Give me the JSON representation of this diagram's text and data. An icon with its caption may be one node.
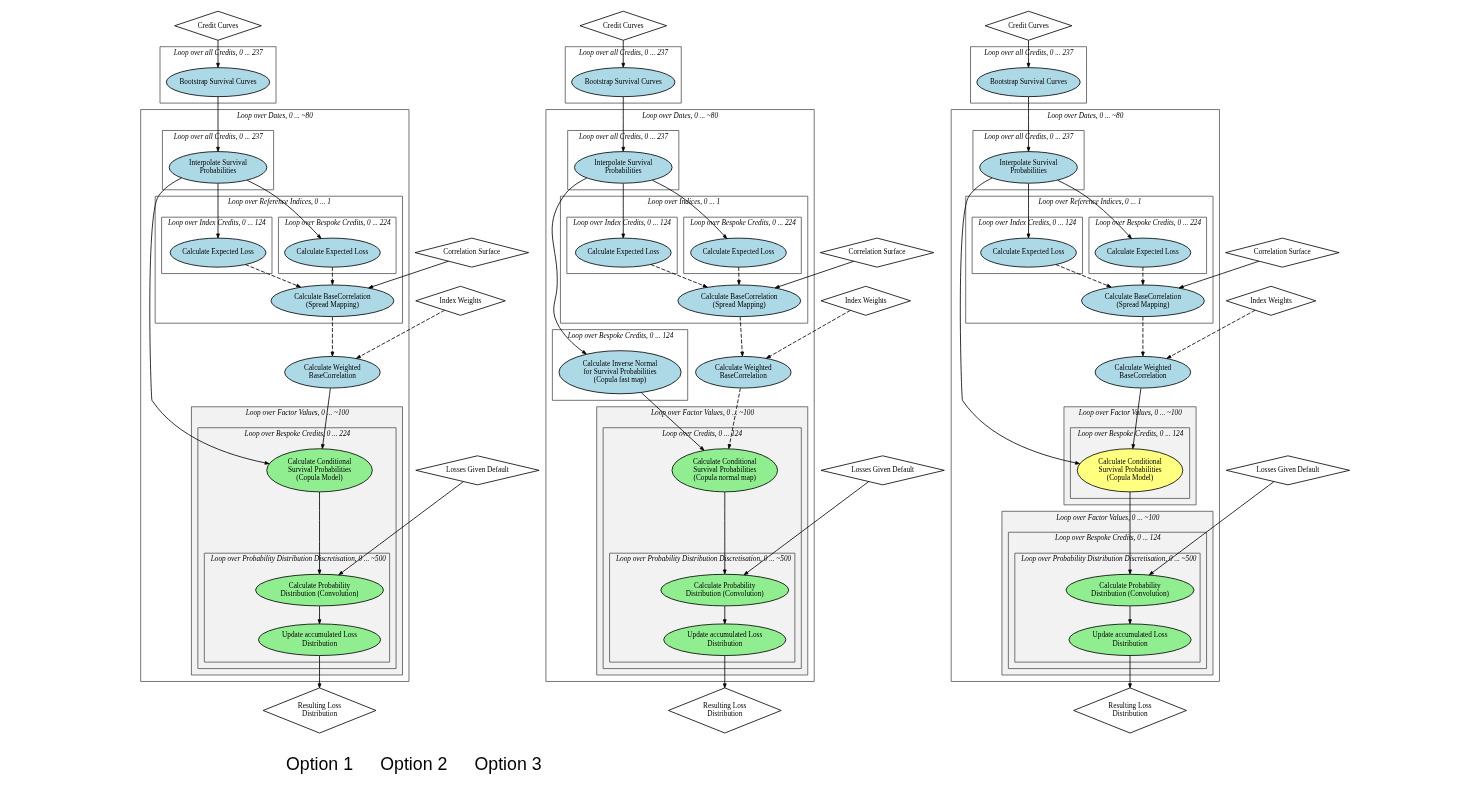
{
  "diagram": {
    "nodes": [
      {
        "text": [
          "Credit Curves"
        ]
      },
      {
        "text": [
          "Loop over all Credits, 0 ... 237"
        ]
      },
      {
        "text": [
          "Bootstrap Survival Curves"
        ],
        "in": 1
      },
      {
        "text": [
          "Loop over Dates, 0 ... ~80"
        ]
      },
      {
        "text": [
          "Loop over all Credits, 0 ... 237"
        ],
        "in": 3
      },
      {
        "text": [
          "Interpolate Survival Probabilities"
        ],
        "in": 4
      },
      {
        "text": [
          "Loop over Reference Indices, 0 ... 1"
        ],
        "in": 3
      },
      {
        "text": [
          "Loop over Bespoke Credits, 0 ... 224"
        ],
        "in": 6
      },
      {
        "text": [
          "Calculate Expected Loss"
        ],
        "in": 7
      },
      {
        "text": [
          "Loop over Index Credits, 0 ... 124"
        ],
        "in": 6
      },
      {
        "text": [
          "Calculate Expected Loss"
        ],
        "in": 9
      },
      {
        "text": [
          "Correlation Surface"
        ]
      },
      {
        "text": [
          "Calculate BaseCorrelation (Spread Mapping)"
        ],
        "in": 6
      },
      {
        "text": [
          "Index Weights"
        ]
      },
      {
        "text": [
          "Calculate Weighted BaseCorrelation"
        ],
        "in": 3
      },
      {
        "text": [
          "Loop over Factor Values, 0 ... ~100"
        ],
        "in": 3
      },
      {
        "text": [
          "Loop over Bespoke Credits, 0 ... 224"
        ],
        "in": 15
      },
      {
        "text": [
          "Calculate Conditional Survival Probabilities (Copula Model)"
        ],
        "in": 16
      },
      {
        "text": [
          "Losses Given Default"
        ]
      },
      {
        "text": [
          "Loop over Probability Distribution Discretisation, 0 ... ~500"
        ],
        "in": 16
      },
      {
        "text": [
          "Calculate Probability Distribution (Convolution)"
        ],
        "in": 19
      },
      {
        "text": [
          "Update accumulated Loss Distribution"
        ],
        "in": 19
      },
      {
        "text": [
          "Resulting Loss Distribution"
        ]
      },
      {
        "text": [
          "Credit Curves"
        ]
      },
      {
        "text": [
          "Loop over all Credits, 0 ... 237"
        ]
      },
      {
        "text": [
          "Bootstrap Survival Curves"
        ],
        "in": 24
      },
      {
        "text": [
          "Loop over Dates, 0 ... ~80"
        ]
      },
      {
        "text": [
          "Loop over all Credits, 0 ... 237"
        ],
        "in": 26
      },
      {
        "text": [
          "Interpolate Survival Probabilities"
        ],
        "in": 27
      },
      {
        "text": [
          "Loop over Indices, 0 ... 1"
        ],
        "in": 26
      },
      {
        "text": [
          "Loop over Bespoke Credits, 0 ... 224"
        ],
        "in": 29
      },
      {
        "text": [
          "Calculate Expected Loss"
        ],
        "in": 30
      },
      {
        "text": [
          "Loop over Index Credits, 0 ... 124"
        ],
        "in": 29
      },
      {
        "text": [
          "Calculate Expected Loss"
        ],
        "in": 32
      },
      {
        "text": [
          "Correlation Surface"
        ]
      },
      {
        "text": [
          "Calculate BaseCorrelation (Spread Mapping)"
        ],
        "in": 29
      },
      {
        "text": [
          "Index Weights"
        ]
      },
      {
        "text": [
          "Loop over Bespoke Credits, 0 ... 124"
        ],
        "in": 26
      },
      {
        "text": [
          "Calculate Inverse Normal for Survival Probabilities (Copula fast map)"
        ],
        "in": 37
      },
      {
        "text": [
          "Calculate Weighted BaseCorrelation"
        ],
        "in": 26
      },
      {
        "text": [
          "Loop over Factor Values, 0 ... ~100"
        ],
        "in": 26
      },
      {
        "text": [
          "Loop over Credits, 0 ... 124"
        ],
        "in": 40
      },
      {
        "text": [
          "Calculate Conditional Survival Probabilities (Copula normal map)"
        ],
        "in": 41
      },
      {
        "text": [
          "Losses Given Default"
        ]
      },
      {
        "text": [
          "Loop over Probability Distribution Discretisation, 0 ... ~500"
        ],
        "in": 41
      },
      {
        "text": [
          "Calculate Probability Distribution (Convolution)"
        ],
        "in": 44
      },
      {
        "text": [
          "Update accumulated Loss Distribution"
        ],
        "in": 44
      },
      {
        "text": [
          "Resulting Loss Distribution"
        ]
      },
      {
        "text": [
          "Credit Curves"
        ]
      },
      {
        "text": [
          "Loop over all Credits, 0 ... 237"
        ]
      },
      {
        "text": [
          "Bootstrap Survival Curves"
        ],
        "in": 49
      },
      {
        "text": [
          "Loop over Dates, 0 ... ~80"
        ]
      },
      {
        "text": [
          "Loop over all Credits, 0 ... 237"
        ],
        "in": 51
      },
      {
        "text": [
          "Interpolate Survival Probabilities"
        ],
        "in": 52
      },
      {
        "text": [
          "Loop over Reference Indices, 0 ... 1"
        ],
        "in": 51
      },
      {
        "text": [
          "Loop over Bespoke Credits, 0 ... 224"
        ],
        "in": 54
      },
      {
        "text": [
          "Calculate Expected Loss"
        ],
        "in": 55
      },
      {
        "text": [
          "Loop over Index Credits, 0 ... 124"
        ],
        "in": 54
      },
      {
        "text": [
          "Calculate Expected Loss"
        ],
        "in": 57
      },
      {
        "text": [
          "Correlation Surface"
        ]
      },
      {
        "text": [
          "Calculate BaseCorrelation (Spread Mapping)"
        ],
        "in": 54
      },
      {
        "text": [
          "Index Weights"
        ]
      },
      {
        "text": [
          "Calculate Weighted BaseCorrelation"
        ],
        "in": 51
      },
      {
        "text": [
          "Loop over Factor Values, 0 ... ~100"
        ],
        "in": 51
      },
      {
        "text": [
          "Loop over Bespoke Credits, 0 ... 124"
        ],
        "in": 63
      },
      {
        "text": [
          "Calculate Conditional Survival Probabilities (Copula Model)"
        ],
        "in": 64
      },
      {
        "text": [
          "Losses Given Default"
        ]
      },
      {
        "text": [
          "Loop over Factor Values, 0 ... ~100"
        ],
        "in": 51
      },
      {
        "text": [
          "Loop over Bespoke Credits, 0 ... 124"
        ],
        "in": 67
      },
      {
        "text": [
          "Loop over Probability Distribution Discretisation, 0 ... ~500"
        ],
        "in": 68
      },
      {
        "text": [
          "Calculate Probability Distribution (Convolution)"
        ],
        "in": 69
      },
      {
        "text": [
          "Update accumulated Loss Distribution"
        ],
        "in": 69
      },
      {
        "text": [
          "Resulting Loss Distribution"
        ]
      }
    ],
    "edges": [
      {
        "from": 0,
        "to": 2,
        "arrow": "to"
      },
      {
        "from": 2,
        "to": 5,
        "arrow": "to"
      },
      {
        "from": 5,
        "to": 8,
        "arrow": "to"
      },
      {
        "from": 5,
        "to": 10,
        "arrow": "to"
      },
      {
        "from": 5,
        "to": 17,
        "arrow": "to"
      },
      {
        "from": 8,
        "to": 12,
        "arrow": "to",
        "style": "dashed"
      },
      {
        "from": 10,
        "to": 12,
        "arrow": "to",
        "style": "dashed"
      },
      {
        "from": 11,
        "to": 12,
        "arrow": "to"
      },
      {
        "from": 12,
        "to": 14,
        "arrow": "to",
        "style": "dashed"
      },
      {
        "from": 13,
        "to": 14,
        "arrow": "to",
        "style": "dashed"
      },
      {
        "from": 14,
        "to": 17,
        "arrow": "to"
      },
      {
        "from": 18,
        "to": 20,
        "arrow": "to"
      },
      {
        "from": 17,
        "to": 20,
        "arrow": "to"
      },
      {
        "from": 20,
        "to": 21,
        "arrow": "to"
      },
      {
        "from": 21,
        "to": 22,
        "arrow": "to"
      },
      {
        "from": 23,
        "to": 25,
        "arrow": "to"
      },
      {
        "from": 25,
        "to": 28,
        "arrow": "to"
      },
      {
        "from": 28,
        "to": 31,
        "arrow": "to"
      },
      {
        "from": 28,
        "to": 33,
        "arrow": "to"
      },
      {
        "from": 28,
        "to": 38,
        "arrow": "to"
      },
      {
        "from": 31,
        "to": 35,
        "arrow": "to",
        "style": "dashed"
      },
      {
        "from": 33,
        "to": 35,
        "arrow": "to",
        "style": "dashed"
      },
      {
        "from": 34,
        "to": 35,
        "arrow": "to"
      },
      {
        "from": 35,
        "to": 39,
        "arrow": "to",
        "style": "dashed"
      },
      {
        "from": 36,
        "to": 39,
        "arrow": "to",
        "style": "dashed"
      },
      {
        "from": 38,
        "to": 42,
        "arrow": "to"
      },
      {
        "from": 39,
        "to": 42,
        "arrow": "to",
        "style": "dashed"
      },
      {
        "from": 43,
        "to": 45,
        "arrow": "to"
      },
      {
        "from": 42,
        "to": 45,
        "arrow": "to"
      },
      {
        "from": 45,
        "to": 46,
        "arrow": "to"
      },
      {
        "from": 46,
        "to": 47,
        "arrow": "to"
      },
      {
        "from": 48,
        "to": 50,
        "arrow": "to"
      },
      {
        "from": 50,
        "to": 53,
        "arrow": "to"
      },
      {
        "from": 53,
        "to": 56,
        "arrow": "to"
      },
      {
        "from": 53,
        "to": 58,
        "arrow": "to"
      },
      {
        "from": 53,
        "to": 65,
        "arrow": "to"
      },
      {
        "from": 56,
        "to": 60,
        "arrow": "to",
        "style": "dashed"
      },
      {
        "from": 58,
        "to": 60,
        "arrow": "to",
        "style": "dashed"
      },
      {
        "from": 59,
        "to": 60,
        "arrow": "to"
      },
      {
        "from": 60,
        "to": 62,
        "arrow": "to",
        "style": "dashed"
      },
      {
        "from": 61,
        "to": 62,
        "arrow": "to",
        "style": "dashed"
      },
      {
        "from": 62,
        "to": 65,
        "arrow": "to"
      },
      {
        "from": 66,
        "to": 70,
        "arrow": "to"
      },
      {
        "from": 65,
        "to": 70,
        "arrow": "to"
      },
      {
        "from": 70,
        "to": 71,
        "arrow": "to"
      },
      {
        "from": 71,
        "to": 72,
        "arrow": "to"
      }
    ],
    "labels": [
      "Option 1",
      "Option 2",
      "Option 3"
    ]
  }
}
